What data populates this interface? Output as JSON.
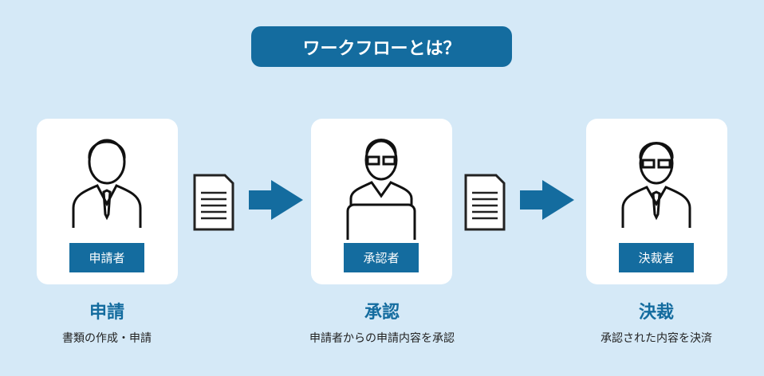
{
  "header": {
    "title": "ワークフローとは？"
  },
  "steps": [
    {
      "role": "申請者",
      "title": "申請",
      "description": "書類の作成・申請"
    },
    {
      "role": "承認者",
      "title": "承認",
      "description": "申請者からの申請内容を承認"
    },
    {
      "role": "決裁者",
      "title": "決裁",
      "description": "承認された内容を決済"
    }
  ],
  "colors": {
    "accent": "#146c9f",
    "background": "#d5e9f7"
  }
}
